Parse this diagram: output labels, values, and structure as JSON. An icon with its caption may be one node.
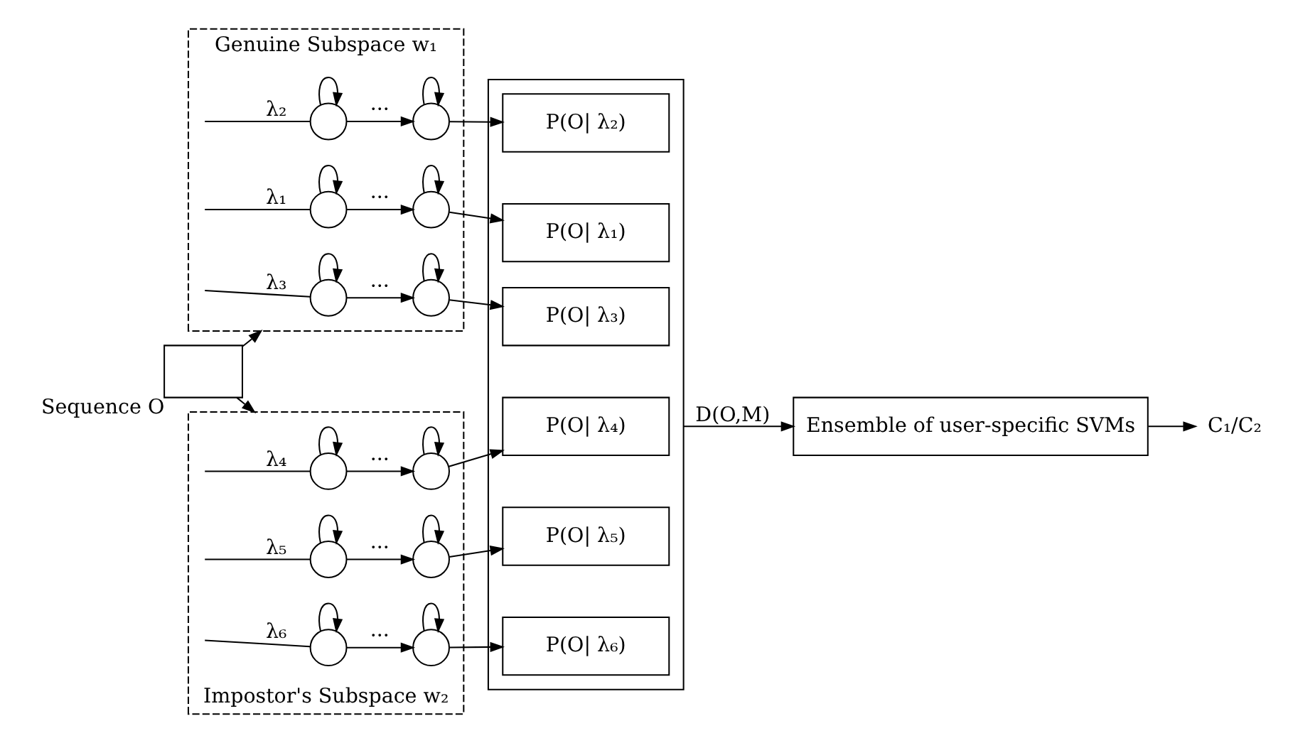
{
  "diagram": {
    "nodes": [
      {
        "text": [],
        "shape": "box",
        "beside": [
          "Sequence O"
        ]
      },
      {
        "text": [
          "Genuine Subspace w₁"
        ]
      },
      {
        "text": [],
        "shape": "circle",
        "in": 1
      },
      {
        "text": [],
        "shape": "circle",
        "in": 1
      },
      {
        "text": [],
        "shape": "circle",
        "in": 1
      },
      {
        "text": [],
        "shape": "circle",
        "in": 1
      },
      {
        "text": [],
        "shape": "circle",
        "in": 1
      },
      {
        "text": [],
        "shape": "circle",
        "in": 1
      },
      {
        "text": [
          "Impostor's Subspace w₂"
        ]
      },
      {
        "text": [],
        "shape": "circle",
        "in": 8
      },
      {
        "text": [],
        "shape": "circle",
        "in": 8
      },
      {
        "text": [],
        "shape": "circle",
        "in": 8
      },
      {
        "text": [],
        "shape": "circle",
        "in": 8
      },
      {
        "text": [],
        "shape": "circle",
        "in": 8
      },
      {
        "text": [],
        "shape": "circle",
        "in": 8
      },
      {
        "text": [],
        "shape": "box"
      },
      {
        "text": [
          "P(O| λ₁)"
        ],
        "in": 15
      },
      {
        "text": [
          "P(O| λ₂)"
        ],
        "in": 15
      },
      {
        "text": [
          "P(O| λ₃)"
        ],
        "in": 15
      },
      {
        "text": [
          "P(O| λ₄)"
        ],
        "in": 15
      },
      {
        "text": [
          "P(O| λ₅)"
        ],
        "in": 15
      },
      {
        "text": [
          "P(O| λ₆)"
        ],
        "in": 15
      },
      {
        "text": [
          "Ensemble of user-specific SVMs"
        ]
      },
      {
        "text": [
          "C₁/C₂"
        ]
      }
    ],
    "edges": [
      {
        "from": 0,
        "to": 1,
        "arrow": "to"
      },
      {
        "from": 0,
        "to": 8,
        "arrow": "to"
      },
      {
        "from": null,
        "to": 2,
        "arrow": "none",
        "label": "λ₁"
      },
      {
        "from": 2,
        "to": 2,
        "arrow": "to"
      },
      {
        "from": 2,
        "to": 3,
        "arrow": "to",
        "label": "···"
      },
      {
        "from": 3,
        "to": 3,
        "arrow": "to"
      },
      {
        "from": 3,
        "to": 16,
        "arrow": "to"
      },
      {
        "from": null,
        "to": 4,
        "arrow": "none",
        "label": "λ₂"
      },
      {
        "from": 4,
        "to": 4,
        "arrow": "to"
      },
      {
        "from": 4,
        "to": 5,
        "arrow": "to",
        "label": "···"
      },
      {
        "from": 5,
        "to": 5,
        "arrow": "to"
      },
      {
        "from": 5,
        "to": 17,
        "arrow": "to"
      },
      {
        "from": null,
        "to": 6,
        "arrow": "none",
        "label": "λ₃"
      },
      {
        "from": 6,
        "to": 6,
        "arrow": "to"
      },
      {
        "from": 6,
        "to": 7,
        "arrow": "to",
        "label": "···"
      },
      {
        "from": 7,
        "to": 7,
        "arrow": "to"
      },
      {
        "from": 7,
        "to": 18,
        "arrow": "to"
      },
      {
        "from": null,
        "to": 9,
        "arrow": "none",
        "label": "λ₄"
      },
      {
        "from": 9,
        "to": 9,
        "arrow": "to"
      },
      {
        "from": 9,
        "to": 10,
        "arrow": "to",
        "label": "···"
      },
      {
        "from": 10,
        "to": 10,
        "arrow": "to"
      },
      {
        "from": 10,
        "to": 19,
        "arrow": "to"
      },
      {
        "from": null,
        "to": 11,
        "arrow": "none",
        "label": "λ₅"
      },
      {
        "from": 11,
        "to": 11,
        "arrow": "to"
      },
      {
        "from": 11,
        "to": 12,
        "arrow": "to",
        "label": "···"
      },
      {
        "from": 12,
        "to": 12,
        "arrow": "to"
      },
      {
        "from": 12,
        "to": 20,
        "arrow": "to"
      },
      {
        "from": null,
        "to": 13,
        "arrow": "none",
        "label": "λ₆"
      },
      {
        "from": 13,
        "to": 13,
        "arrow": "to"
      },
      {
        "from": 13,
        "to": 14,
        "arrow": "to",
        "label": "···"
      },
      {
        "from": 14,
        "to": 14,
        "arrow": "to"
      },
      {
        "from": 14,
        "to": 21,
        "arrow": "to"
      },
      {
        "from": 15,
        "to": 22,
        "arrow": "to",
        "label": "D(O,M)"
      },
      {
        "from": 22,
        "to": 23,
        "arrow": "to"
      }
    ]
  }
}
